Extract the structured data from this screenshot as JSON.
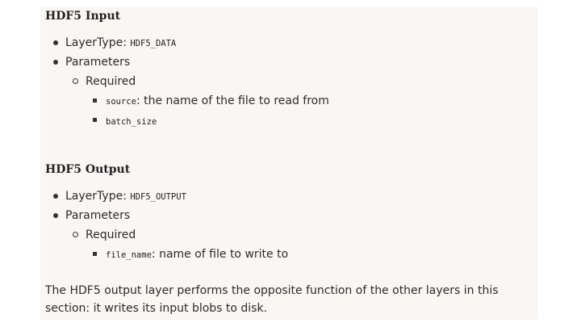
{
  "input_section": {
    "title": "HDF5 Input",
    "layertype_label": "LayerType: ",
    "layertype_value": "HDF5_DATA",
    "parameters_label": "Parameters",
    "required_label": "Required",
    "param1_name": "source",
    "param1_desc": ": the name of the file to read from",
    "param2_name": "batch_size"
  },
  "output_section": {
    "title": "HDF5 Output",
    "layertype_label": "LayerType: ",
    "layertype_value": "HDF5_OUTPUT",
    "parameters_label": "Parameters",
    "required_label": "Required",
    "param1_name": "file_name",
    "param1_desc": ": name of file to write to"
  },
  "description": "The HDF5 output layer performs the opposite function of the other layers in this section: it writes its input blobs to disk."
}
